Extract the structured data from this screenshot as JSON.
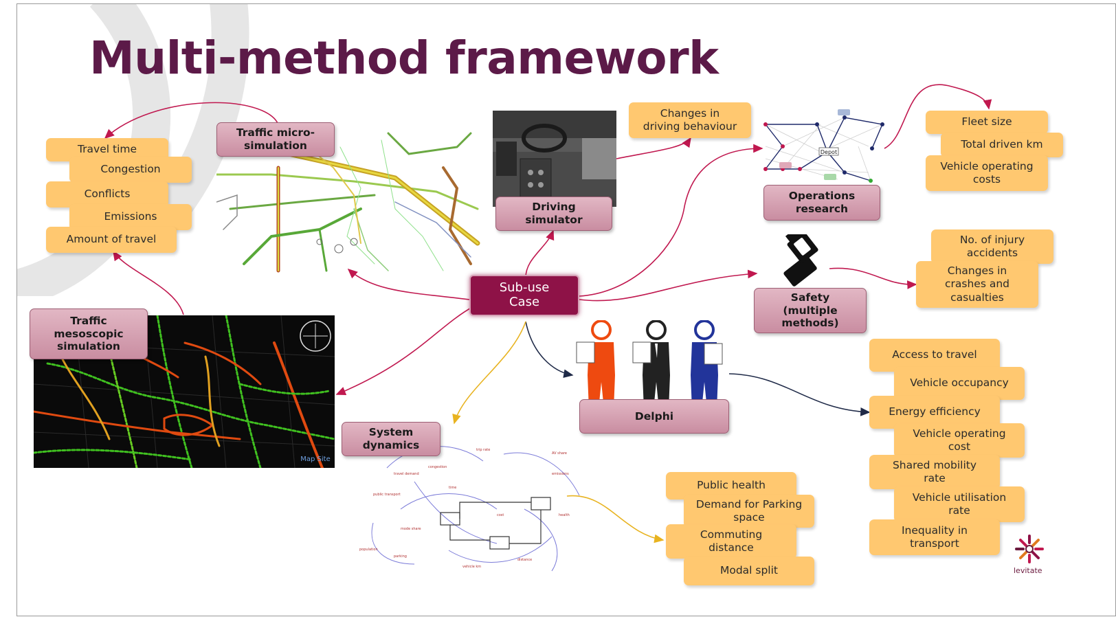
{
  "title": "Multi-method framework",
  "center": {
    "line1": "Sub-use",
    "line2": "Case"
  },
  "methods": {
    "micro": {
      "line1": "Traffic micro-",
      "line2": "simulation"
    },
    "driving": {
      "line1": "Driving",
      "line2": "simulator"
    },
    "operations": {
      "line1": "Operations",
      "line2": "research"
    },
    "safety": {
      "line1": "Safety",
      "line2": "(multiple",
      "line3": "methods)"
    },
    "meso": {
      "line1": "Traffic",
      "line2": "mesoscopic",
      "line3": "simulation"
    },
    "system": {
      "line1": "System",
      "line2": "dynamics"
    },
    "delphi": {
      "label": "Delphi"
    }
  },
  "outputs": {
    "micro": [
      "Travel time",
      "Congestion",
      "Conflicts",
      "Emissions",
      "Amount of travel"
    ],
    "driving": {
      "line1": "Changes in",
      "line2": "driving behaviour"
    },
    "operations": [
      {
        "line1": "Fleet size"
      },
      {
        "line1": "Total driven km"
      },
      {
        "line1": "Vehicle operating",
        "line2": "costs"
      }
    ],
    "safety": [
      {
        "line1": "No. of injury",
        "line2": "accidents"
      },
      {
        "line1": "Changes in",
        "line2": "crashes and",
        "line3": "casualties"
      }
    ],
    "delphi": [
      {
        "line1": "Access to travel"
      },
      {
        "line1": "Vehicle occupancy"
      },
      {
        "line1": "Energy efficiency"
      },
      {
        "line1": "Vehicle operating",
        "line2": "cost"
      },
      {
        "line1": "Shared mobility",
        "line2": "rate"
      },
      {
        "line1": "Vehicle utilisation",
        "line2": "rate"
      },
      {
        "line1": "Inequality in",
        "line2": "transport"
      }
    ],
    "system": [
      {
        "line1": "Public health"
      },
      {
        "line1": "Demand for Parking",
        "line2": "space"
      },
      {
        "line1": "Commuting",
        "line2": "distance"
      },
      {
        "line1": "Modal split"
      }
    ]
  },
  "operations_depot": "Depot",
  "map_label": "Map Site",
  "logo": {
    "text": "levitate"
  },
  "colors": {
    "title": "#5c1a48",
    "arrow_magenta": "#c0184f",
    "arrow_dark": "#1f2a48",
    "arrow_yellow": "#e8b320",
    "tag_fill": "#ffc870",
    "center_fill": "#8e1247"
  }
}
